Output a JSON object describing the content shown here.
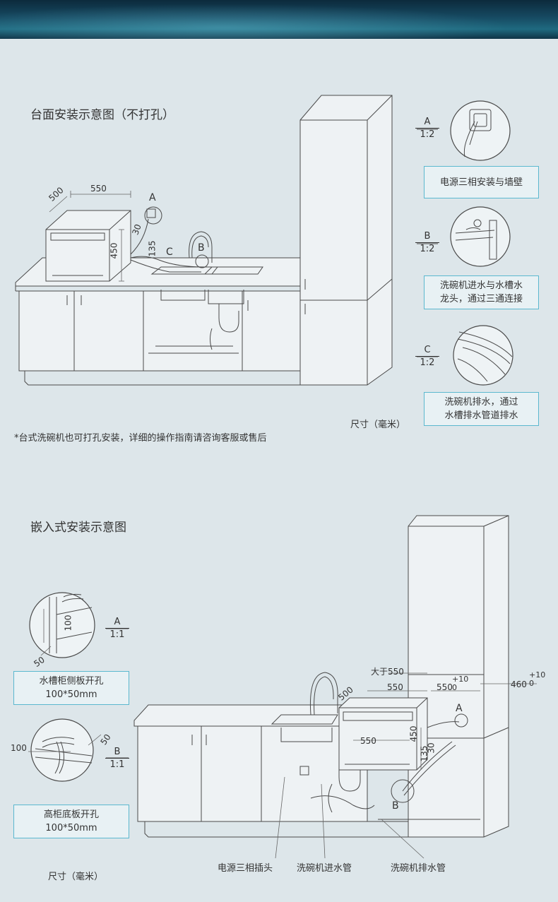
{
  "top": {
    "title": "台面安装示意图（不打孔）",
    "note": "*台式洗碗机也可打孔安装，详细的操作指南请咨询客服或售后",
    "unit": "尺寸（毫米）",
    "dims": {
      "d500": "500",
      "d550": "550",
      "d450": "450",
      "d30": "30",
      "d135": "135"
    },
    "markers": {
      "a": "A",
      "b": "B",
      "c": "C"
    },
    "details": [
      {
        "letter": "A",
        "scale": "1:2",
        "caption_line1": "电源三相安装与墙壁",
        "caption_line2": ""
      },
      {
        "letter": "B",
        "scale": "1:2",
        "caption_line1": "洗碗机进水与水槽水",
        "caption_line2": "龙头，通过三通连接"
      },
      {
        "letter": "C",
        "scale": "1:2",
        "caption_line1": "洗碗机排水，通过",
        "caption_line2": "水槽排水管道排水"
      }
    ]
  },
  "bottom": {
    "title": "嵌入式安装示意图",
    "unit": "尺寸（毫米）",
    "details": [
      {
        "letter": "A",
        "scale": "1:1",
        "caption_line1": "水槽柜侧板开孔",
        "caption_line2": "100*50mm",
        "dim1": "100",
        "dim2": "50"
      },
      {
        "letter": "B",
        "scale": "1:1",
        "caption_line1": "高柜底板开孔",
        "caption_line2": "100*50mm",
        "dim1": "100",
        "dim2": "50"
      }
    ],
    "dims": {
      "gt550": "大于550",
      "d550a": "550",
      "d550b": "550",
      "d550c": "550",
      "d500": "500",
      "d450": "450",
      "d135": "135",
      "d30": "30",
      "d460": "460",
      "tol_plus": "+10",
      "tol_zero": "0"
    },
    "markers": {
      "a": "A",
      "b": "B"
    },
    "labels": {
      "plug": "电源三相插头",
      "inlet": "洗碗机进水管",
      "drain": "洗碗机排水管"
    }
  }
}
